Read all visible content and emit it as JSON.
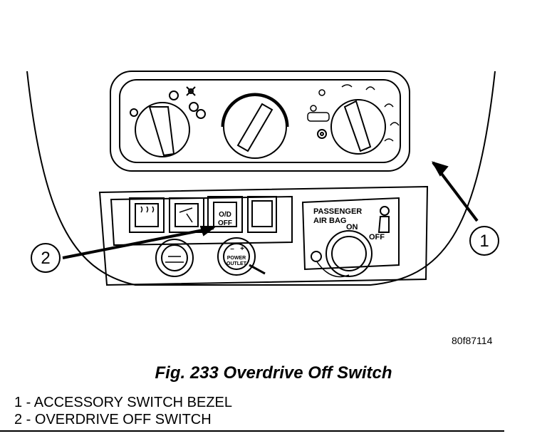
{
  "figure": {
    "code": "80f87114",
    "callout_1": "1",
    "callout_2": "2",
    "od_switch_line1": "O/D",
    "od_switch_line2": "OFF",
    "airbag_line1": "PASSENGER",
    "airbag_line2": "AIR BAG",
    "airbag_on": "ON",
    "airbag_off": "OFF",
    "outlet_label1": "POWER",
    "outlet_label2": "OUTLET",
    "outlet_minus": "–",
    "outlet_plus": "+"
  },
  "caption": "Fig. 233 Overdrive Off Switch",
  "legend": [
    "1 - ACCESSORY SWITCH BEZEL",
    "2 - OVERDRIVE OFF SWITCH"
  ]
}
